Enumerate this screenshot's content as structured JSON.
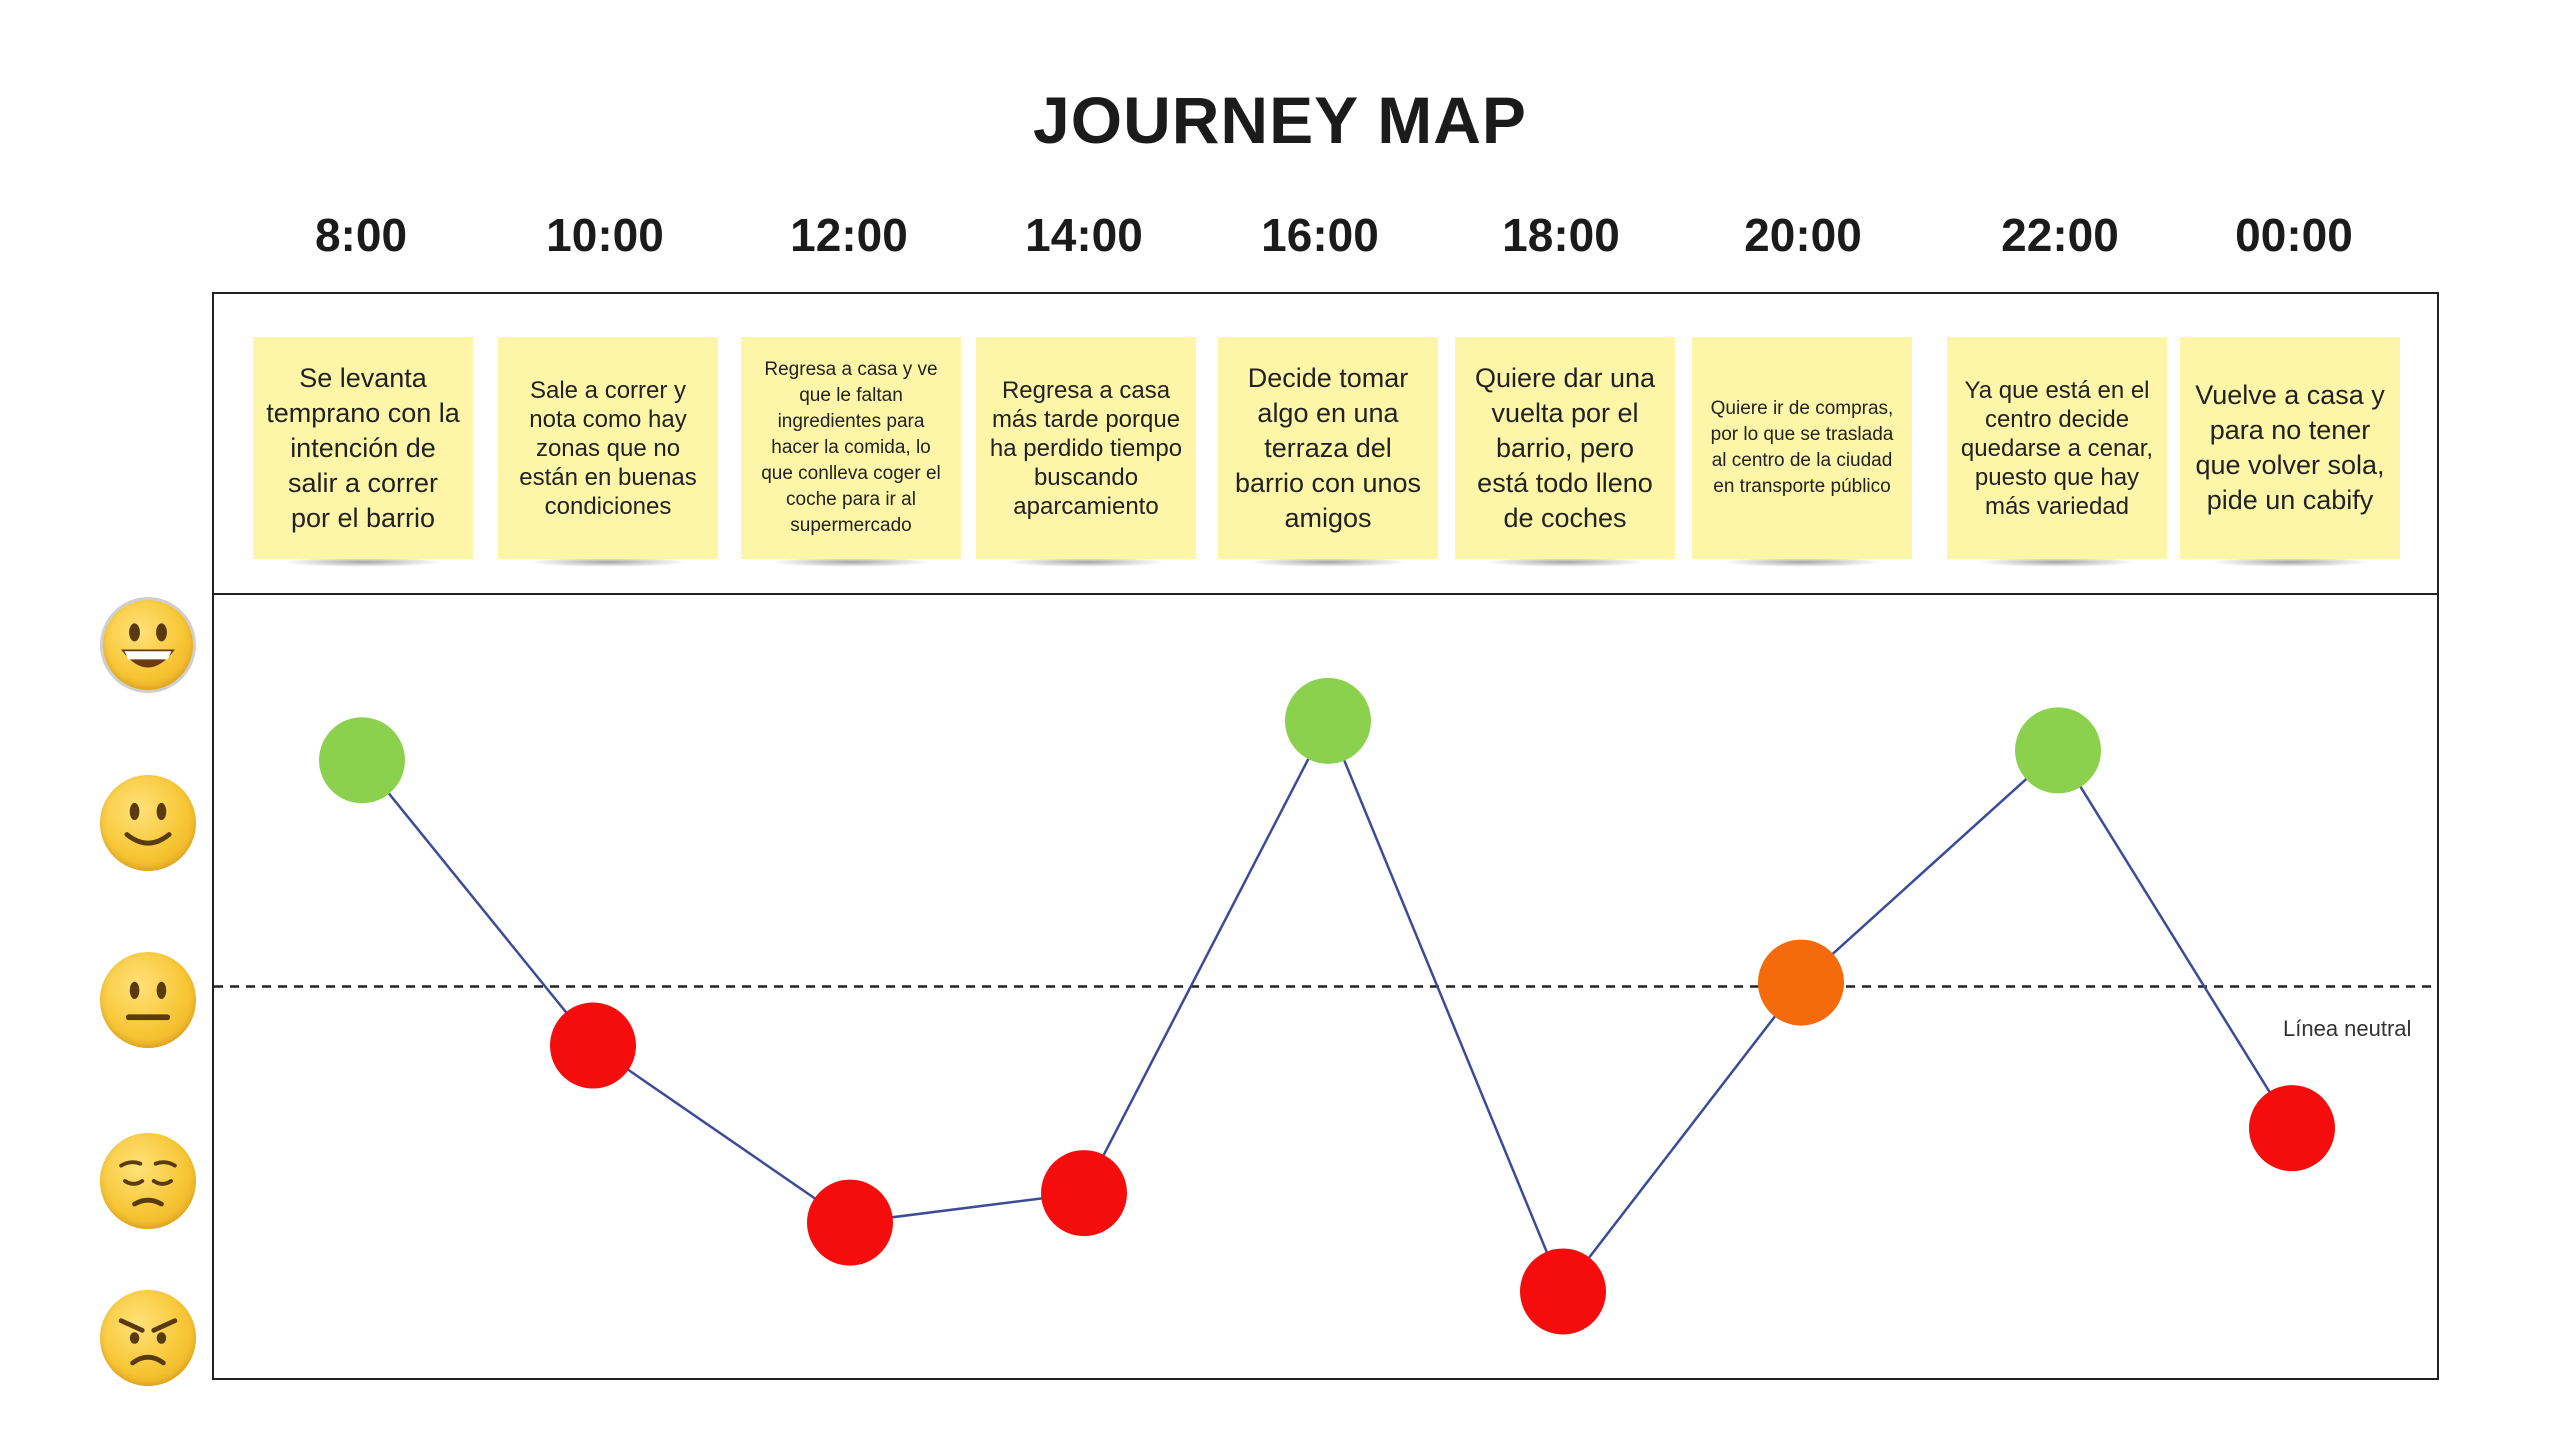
{
  "title": "JOURNEY MAP",
  "neutral_label": "Línea neutral",
  "colors": {
    "positive": "#8bd14e",
    "negative": "#f50c0c",
    "neutral": "#f56a0a",
    "line": "#3c4a9a",
    "note": "#fdf6a8"
  },
  "mood_scale": [
    "very-happy",
    "happy",
    "neutral",
    "sad",
    "angry"
  ],
  "chart_data": {
    "type": "line",
    "categories": [
      "8:00",
      "10:00",
      "12:00",
      "14:00",
      "16:00",
      "18:00",
      "20:00",
      "22:00",
      "00:00"
    ],
    "values": [
      1.15,
      -0.3,
      -1.2,
      -1.05,
      1.35,
      -1.55,
      0.02,
      1.2,
      -0.72
    ],
    "point_colors": [
      "positive",
      "negative",
      "negative",
      "negative",
      "positive",
      "negative",
      "neutral",
      "positive",
      "negative"
    ],
    "neutral_line": 0,
    "ylim": [
      -2,
      2
    ]
  },
  "notes": [
    "Se levanta temprano con la intención de salir a correr por el barrio",
    "Sale a correr y nota como hay zonas que no están en buenas condiciones",
    "Regresa a casa y ve que le faltan ingredientes para hacer la comida, lo que conlleva coger el coche para ir al supermercado",
    "Regresa a casa más tarde porque ha perdido tiempo buscando aparcamiento",
    "Decide tomar algo en una terraza del barrio con unos amigos",
    "Quiere dar una vuelta por el barrio, pero está todo lleno de coches",
    "Quiere ir de compras, por lo que se traslada al centro de la ciudad en transporte público",
    "Ya que está en el centro decide quedarse a cenar, puesto que hay más variedad",
    "Vuelve a casa y para no tener que volver sola, pide un cabify"
  ]
}
